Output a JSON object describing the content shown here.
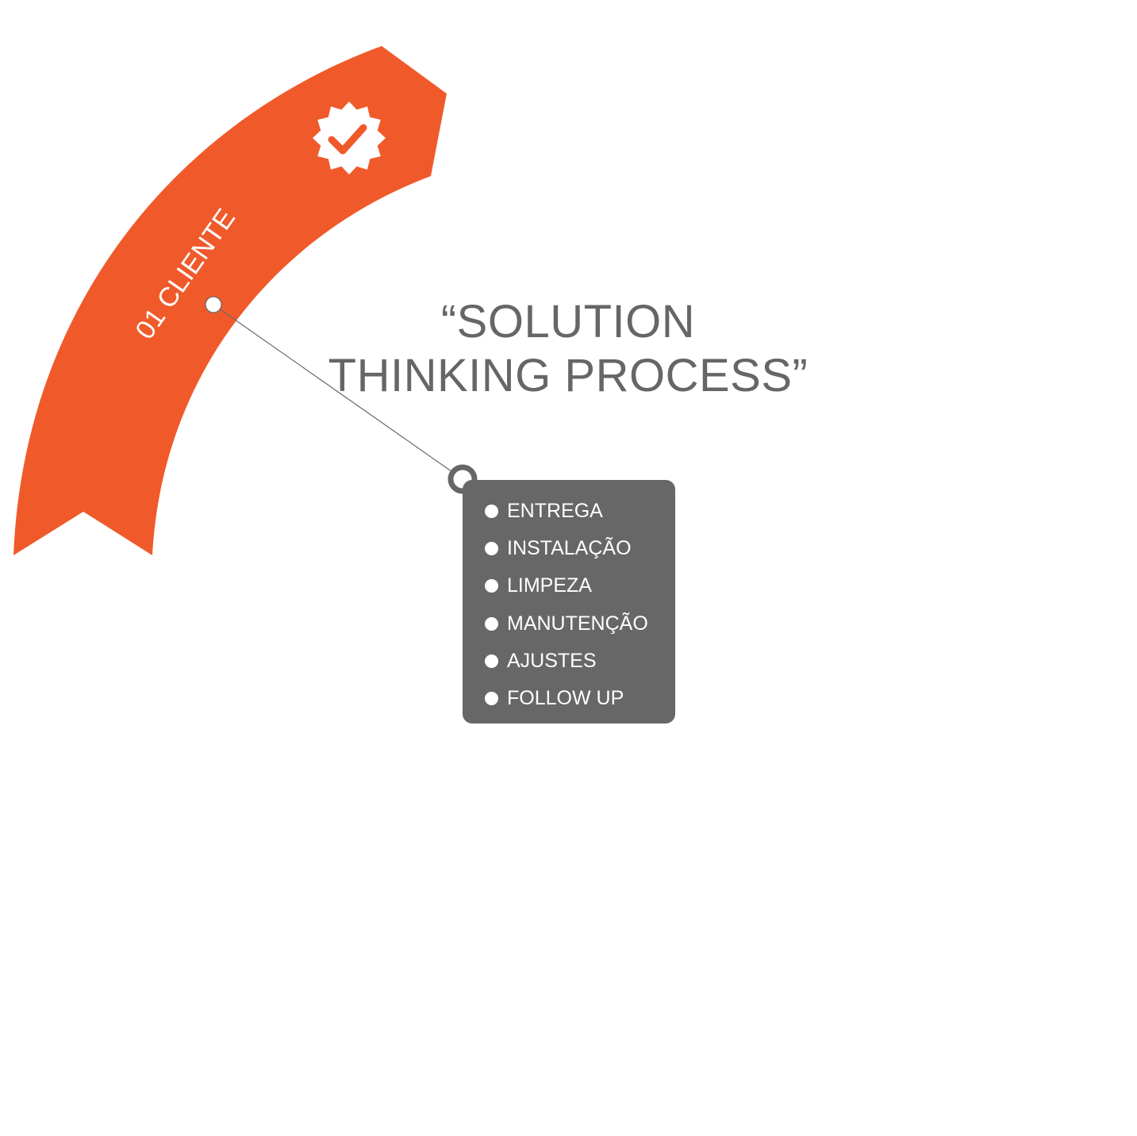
{
  "title": {
    "line1": "“SOLUTION",
    "line2": "THINKING PROCESS”"
  },
  "step": {
    "label": "01 CLIENTE",
    "icon": "verified-badge-check-icon"
  },
  "items": [
    "ENTREGA",
    "INSTALAÇÃO",
    "LIMPEZA",
    "MANUTENÇÃO",
    "AJUSTES",
    "FOLLOW UP"
  ],
  "colors": {
    "ribbon": "#f05a2b",
    "card": "#676767",
    "title": "#666666",
    "connector": "#676767"
  }
}
